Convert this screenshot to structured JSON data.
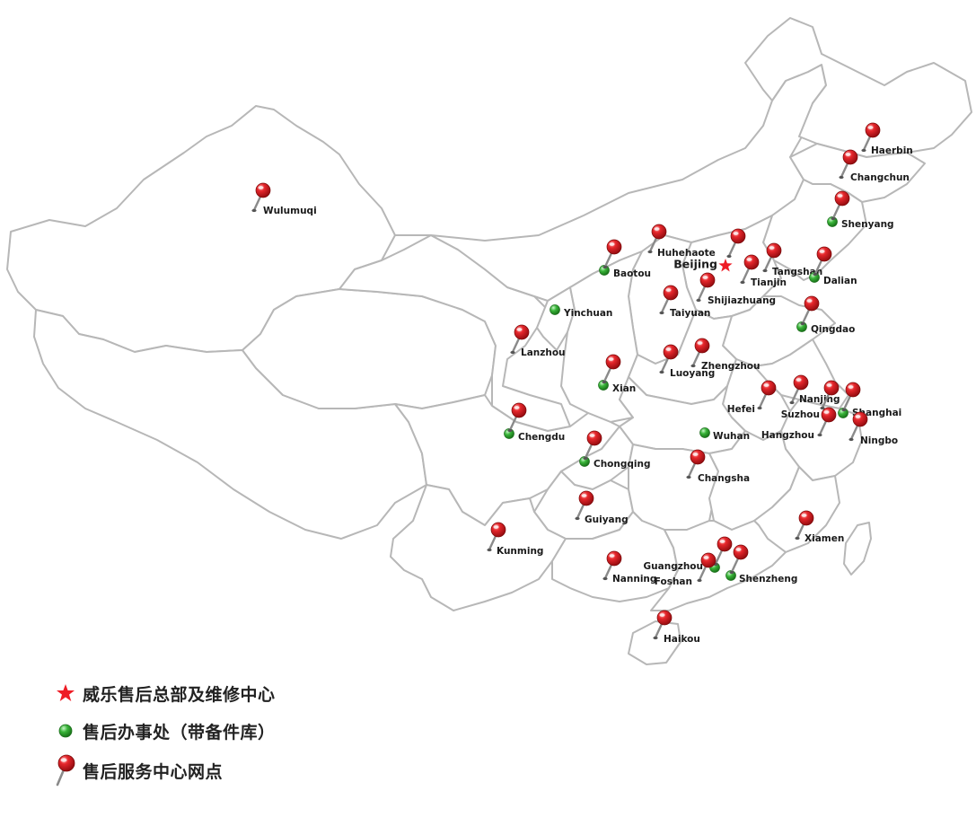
{
  "colors": {
    "pin_red": "#d7141a",
    "office_green": "#3ab53a",
    "star_red": "#ee1c25",
    "border_gray": "#b7b7b7",
    "text": "#1a1a1a"
  },
  "map": {
    "headquarters": {
      "name": "Beijing",
      "icon": "red-star-icon"
    },
    "cities": [
      {
        "name": "Wulumuqi",
        "type": "service"
      },
      {
        "name": "Haerbin",
        "type": "service"
      },
      {
        "name": "Changchun",
        "type": "service"
      },
      {
        "name": "Shenyang",
        "type": "office"
      },
      {
        "name": "Huhehaote",
        "type": "service"
      },
      {
        "name": "Baotou",
        "type": "office"
      },
      {
        "name": "Tangshan",
        "type": "service"
      },
      {
        "name": "Dalian",
        "type": "office"
      },
      {
        "name": "Tianjin",
        "type": "service"
      },
      {
        "name": "Shijiazhuang",
        "type": "service"
      },
      {
        "name": "Yinchuan",
        "type": "office"
      },
      {
        "name": "Taiyuan",
        "type": "service"
      },
      {
        "name": "Qingdao",
        "type": "office"
      },
      {
        "name": "Lanzhou",
        "type": "service"
      },
      {
        "name": "Zhengzhou",
        "type": "service"
      },
      {
        "name": "Luoyang",
        "type": "service"
      },
      {
        "name": "Xian",
        "type": "office"
      },
      {
        "name": "Nanjing",
        "type": "service"
      },
      {
        "name": "Hefei",
        "type": "service"
      },
      {
        "name": "Shanghai",
        "type": "office"
      },
      {
        "name": "Suzhou",
        "type": "service"
      },
      {
        "name": "Chengdu",
        "type": "office"
      },
      {
        "name": "Hangzhou",
        "type": "service"
      },
      {
        "name": "Wuhan",
        "type": "office"
      },
      {
        "name": "Ningbo",
        "type": "service"
      },
      {
        "name": "Chongqing",
        "type": "office"
      },
      {
        "name": "Changsha",
        "type": "service"
      },
      {
        "name": "Guiyang",
        "type": "service"
      },
      {
        "name": "Kunming",
        "type": "service"
      },
      {
        "name": "Xiamen",
        "type": "service"
      },
      {
        "name": "Guangzhou",
        "type": "office"
      },
      {
        "name": "Nanning",
        "type": "service"
      },
      {
        "name": "Foshan",
        "type": "service"
      },
      {
        "name": "Shenzheng",
        "type": "office"
      },
      {
        "name": "Haikou",
        "type": "service"
      }
    ]
  },
  "legend": [
    {
      "icon": "red-star-icon",
      "label": "威乐售后总部及维修中心"
    },
    {
      "icon": "green-dot-icon",
      "label": "售后办事处（带备件库）"
    },
    {
      "icon": "red-pushpin-icon",
      "label": "售后服务中心网点"
    }
  ]
}
